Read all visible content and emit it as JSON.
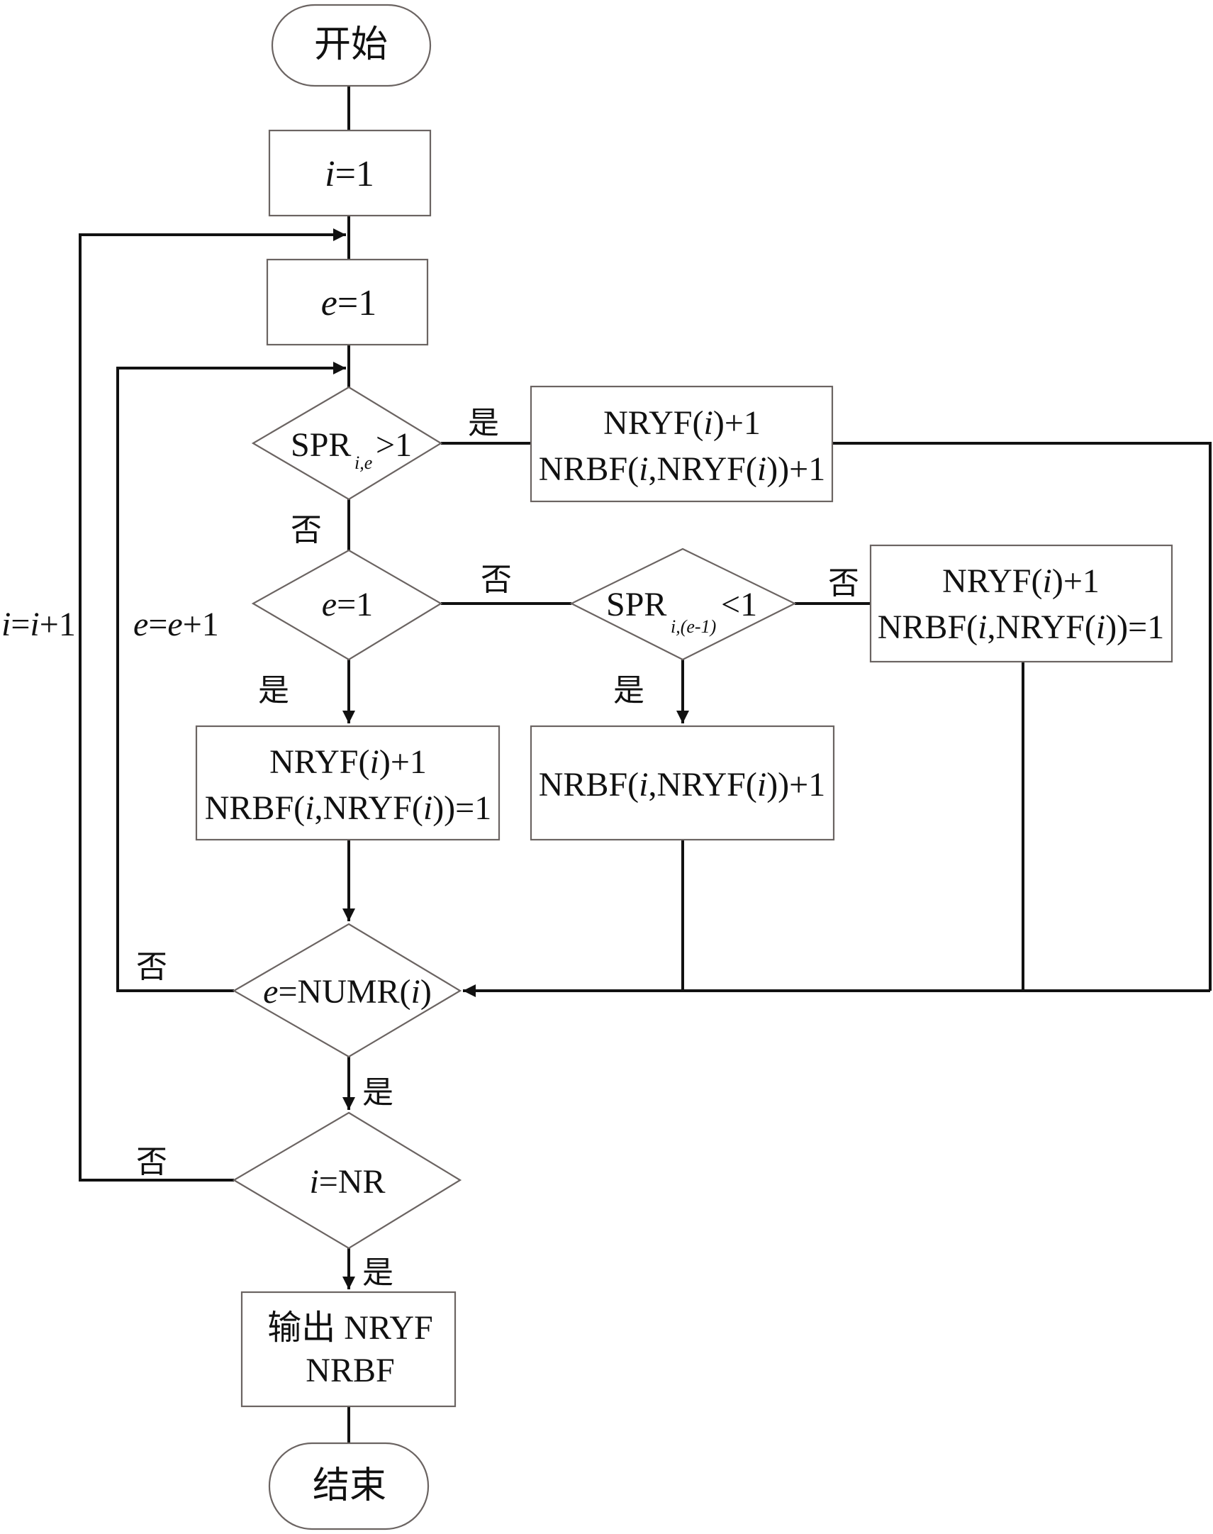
{
  "diagram": {
    "type": "flowchart",
    "nodes": {
      "start": {
        "text": "开始"
      },
      "init_i": {
        "var": "i",
        "rest": "=1"
      },
      "init_e": {
        "var": "e",
        "rest": "=1"
      },
      "dec_spr_gt": {
        "base": "SPR",
        "sub": "i,e",
        "rest": ">1"
      },
      "proc_yes1": {
        "line1_a": "NRYF(",
        "line1_i": "i",
        "line1_b": ")+1",
        "line2_a": "NRBF(",
        "line2_i": "i",
        "line2_b": ",NRYF(",
        "line2_i2": "i",
        "line2_c": "))+1"
      },
      "dec_e1": {
        "var": "e",
        "rest": "=1"
      },
      "dec_spr_lt": {
        "base": "SPR",
        "sub": "i,(e-1)",
        "rest": "<1"
      },
      "proc_no2": {
        "line1_a": "NRYF(",
        "line1_i": "i",
        "line1_b": ")+1",
        "line2_a": "NRBF(",
        "line2_i": "i",
        "line2_b": ",NRYF(",
        "line2_i2": "i",
        "line2_c": "))=1"
      },
      "proc_e1_yes": {
        "line1_a": "NRYF(",
        "line1_i": "i",
        "line1_b": ")+1",
        "line2_a": "NRBF(",
        "line2_i": "i",
        "line2_b": ",NRYF(",
        "line2_i2": "i",
        "line2_c": "))=1"
      },
      "proc_lt_yes": {
        "line_a": "NRBF(",
        "line_i": "i",
        "line_b": ",NRYF(",
        "line_i2": "i",
        "line_c": "))+1"
      },
      "dec_numr": {
        "var": "e",
        "mid": "=NUMR(",
        "i": "i",
        "end": ")"
      },
      "dec_nr": {
        "var": "i",
        "rest": "=NR"
      },
      "output": {
        "line1": "输出 NRYF",
        "line2": "NRBF"
      },
      "end": {
        "text": "结束"
      }
    },
    "edge_labels": {
      "yes": "是",
      "no": "否",
      "loop_e": {
        "v1": "e",
        "eq": "=",
        "v2": "e",
        "inc": "+1"
      },
      "loop_i": {
        "v1": "i",
        "eq": "=",
        "v2": "i",
        "inc": "+1"
      }
    },
    "colors": {
      "line": "#111111",
      "shape_border": "#6b6462",
      "background": "#ffffff"
    }
  }
}
